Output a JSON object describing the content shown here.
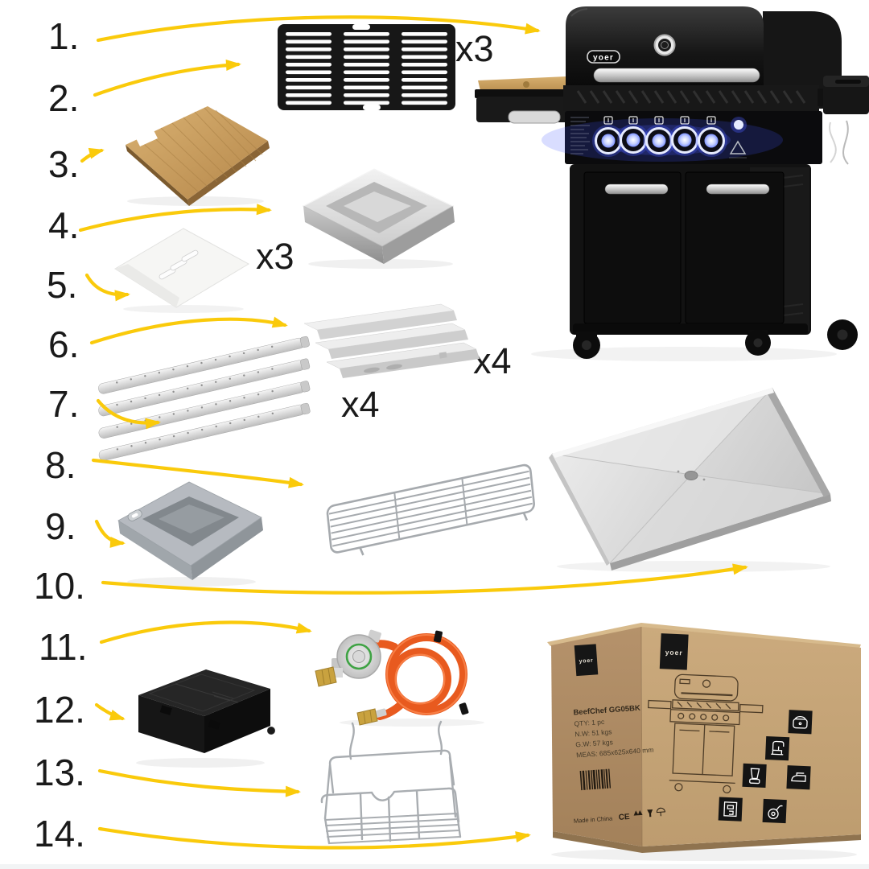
{
  "diagram": {
    "type": "gas-grill parts overview, 14 numbered components"
  },
  "colors": {
    "arrow": "#FACA0B",
    "cardboard": "#C2A175",
    "bamboo": "#C89B5C",
    "hose_orange": "#E85A1F",
    "knob_glow": "#4A5BFF"
  },
  "items": [
    {
      "number": "1.",
      "part": "gas grill"
    },
    {
      "number": "2.",
      "part": "cooking grate",
      "qty": "x3"
    },
    {
      "number": "3.",
      "part": "bamboo cutting board"
    },
    {
      "number": "4.",
      "part": "stainless steel pan"
    },
    {
      "number": "5.",
      "part": "heat shield plate",
      "qty": "x3"
    },
    {
      "number": "6.",
      "part": "flame tamer",
      "qty": "x4"
    },
    {
      "number": "7.",
      "part": "burner tube",
      "qty": "x4"
    },
    {
      "number": "8.",
      "part": "warming rack"
    },
    {
      "number": "9.",
      "part": "grease pan"
    },
    {
      "number": "10.",
      "part": "drip tray"
    },
    {
      "number": "11.",
      "part": "gas regulator with hose"
    },
    {
      "number": "12.",
      "part": "battery box"
    },
    {
      "number": "13.",
      "part": "hanging basket"
    },
    {
      "number": "14.",
      "part": "packaging box"
    }
  ],
  "grill": {
    "logo": "yoer"
  },
  "box": {
    "logo": "yoer",
    "model": "BeefChef GG05BK",
    "lines": [
      "QTY: 1 pc",
      "N.W: 51 kgs",
      "G.W: 57 kgs",
      "MEAS: 685x625x640 mm"
    ],
    "origin": "Made in China",
    "ce": "CE"
  }
}
